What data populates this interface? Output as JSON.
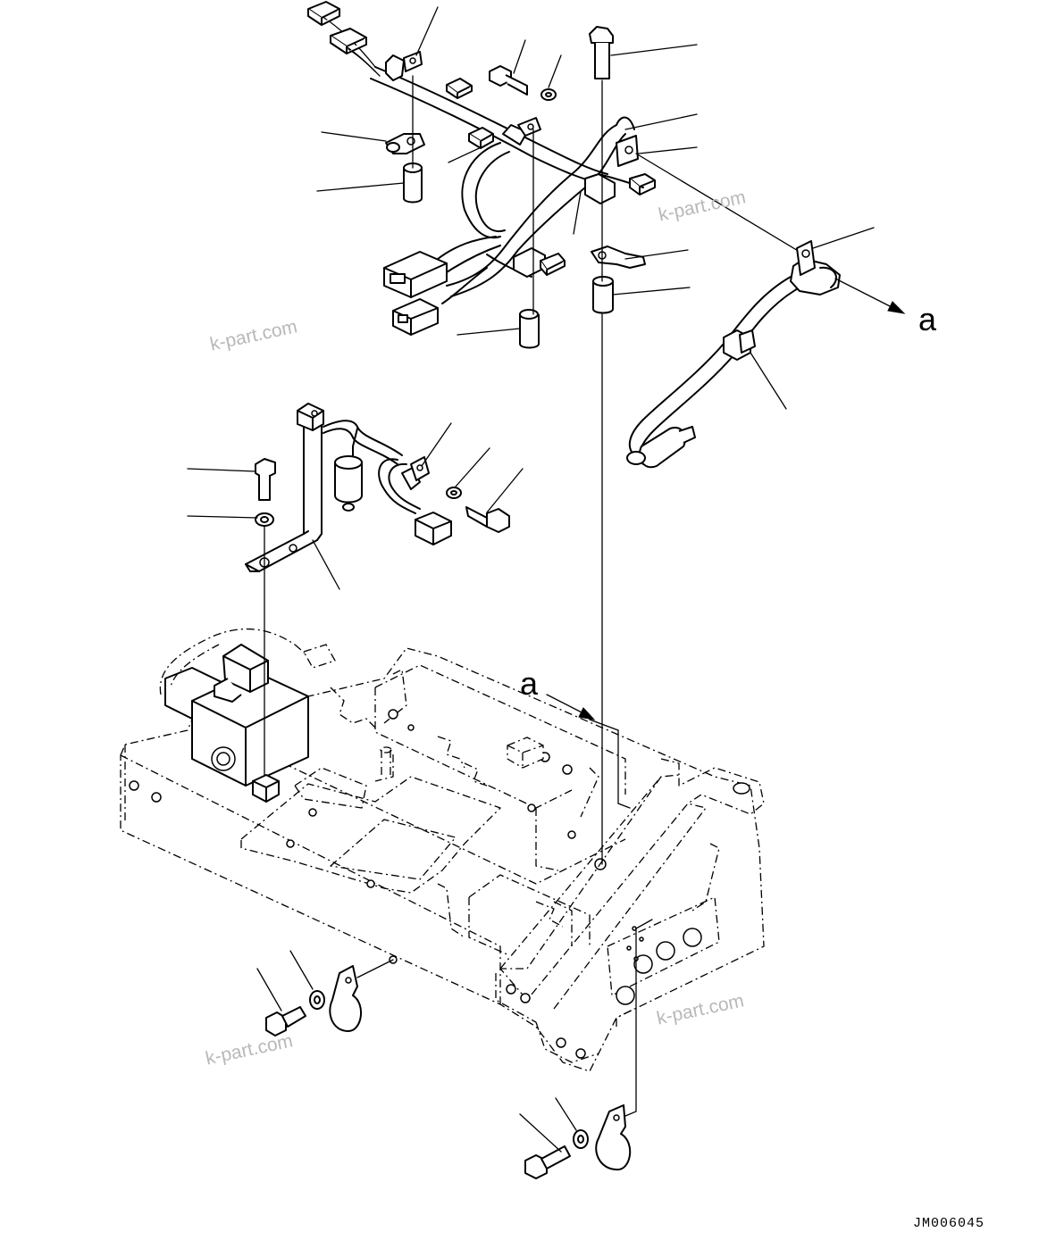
{
  "drawing_code": "JM006045",
  "view_labels": {
    "arrow_right": "a",
    "arrow_frame": "a"
  },
  "watermarks": [
    "k-part.com",
    "k-part.com",
    "k-part.com",
    "k-part.com"
  ]
}
